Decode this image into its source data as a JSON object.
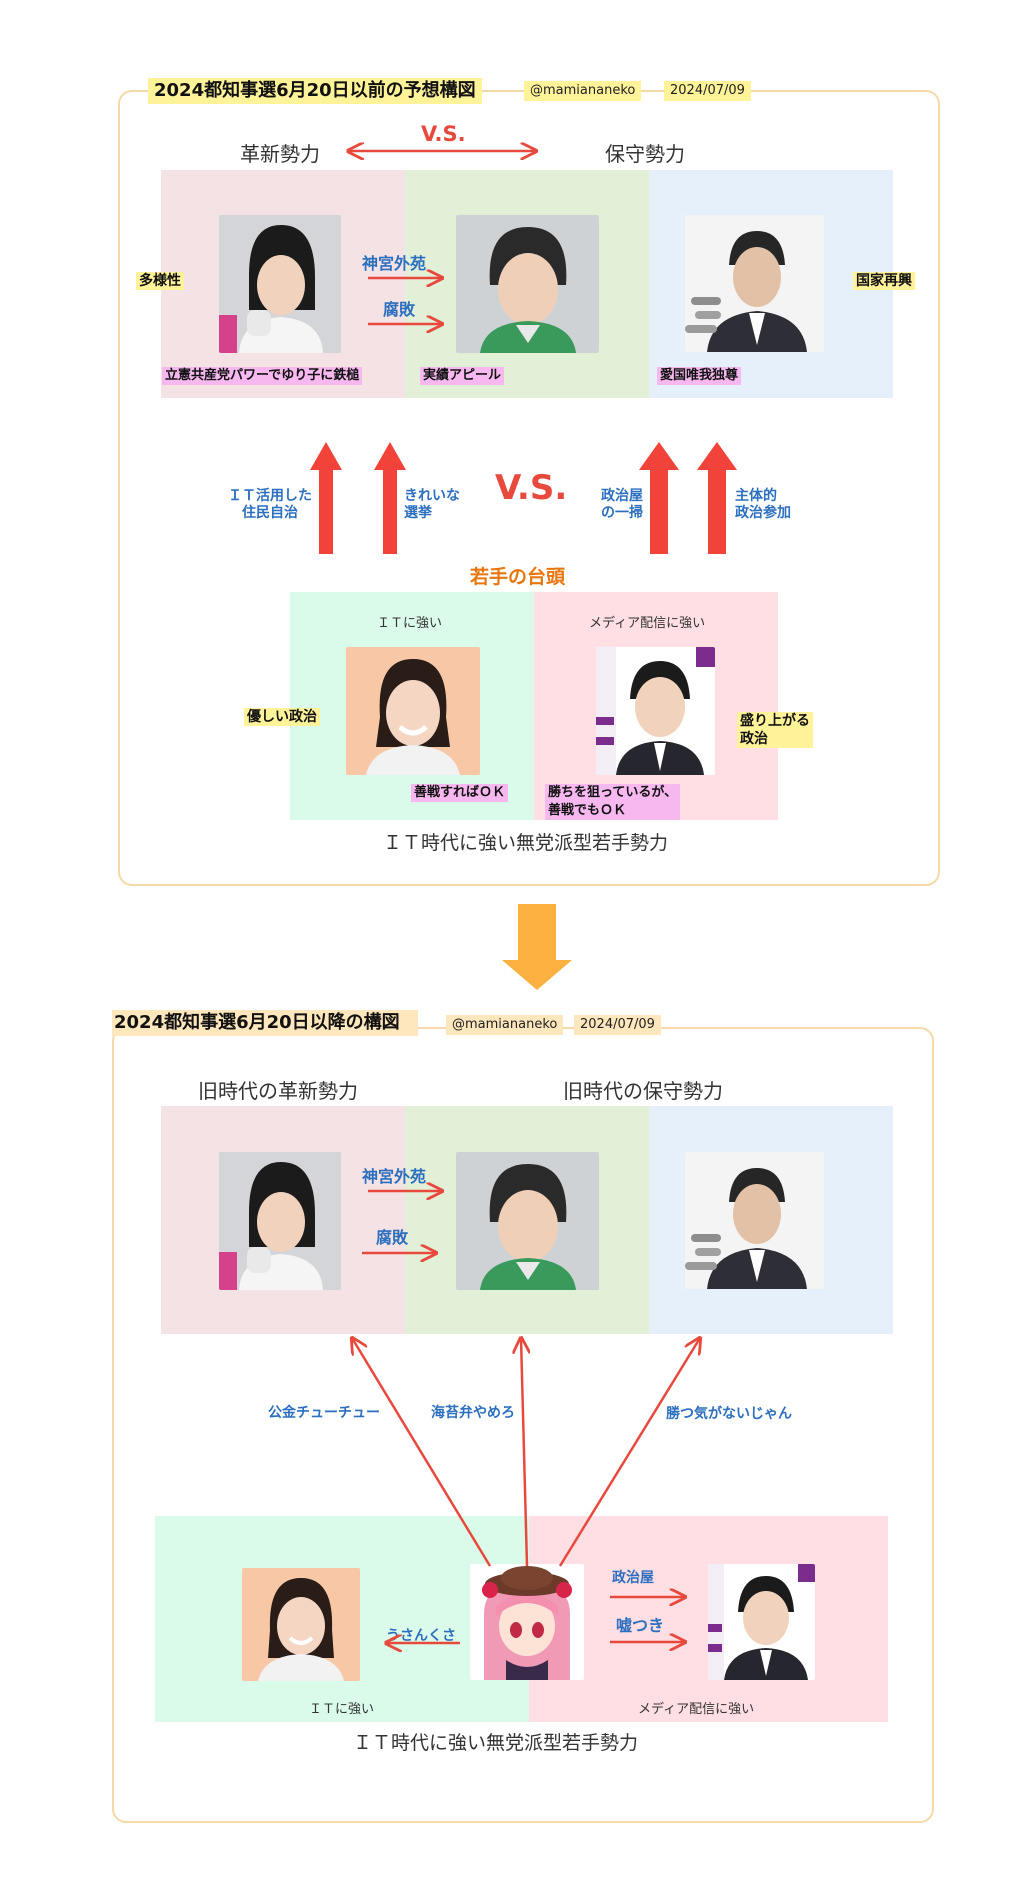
{
  "top": {
    "title": "2024都知事選6月20日以前の予想構図",
    "handle": "@mamiananeko",
    "date": "2024/07/09",
    "left_header": "革新勢力",
    "right_header": "保守勢力",
    "vs_top": "V.S.",
    "vs_middle": "V.S.",
    "side_left": "多様性",
    "side_right": "国家再興",
    "arrow_label_1": "神宮外苑",
    "arrow_label_2": "腐敗",
    "caption_left": "立憲共産党パワーでゆり子に鉄槌",
    "caption_center": "実績アピール",
    "caption_right": "愛国唯我独尊",
    "up_label_1": "ＩＴ活用した\n住民自治",
    "up_label_2": "きれいな\n選挙",
    "up_label_3": "政治屋\nの一掃",
    "up_label_4": "主体的\n政治参加",
    "youth_title": "若手の台頭",
    "it_strong": "ＩＴに強い",
    "media_strong": "メディア配信に強い",
    "youth_left_side": "優しい政治",
    "youth_right_side": "盛り上がる\n政治",
    "youth_caption_left": "善戦すればＯＫ",
    "youth_caption_right": "勝ちを狙っているが、\n善戦でもＯＫ",
    "footer": "ＩＴ時代に強い無党派型若手勢力"
  },
  "bottom": {
    "title": "2024都知事選6月20日以降の構図",
    "handle": "@mamiananeko",
    "date": "2024/07/09",
    "left_header": "旧時代の革新勢力",
    "right_header": "旧時代の保守勢力",
    "arrow_label_1": "神宮外苑",
    "arrow_label_2": "腐敗",
    "attack_1": "公金チューチュー",
    "attack_2": "海苔弁やめろ",
    "attack_3": "勝つ気がないじゃん",
    "usankusa": "うさんくさ",
    "seijiya": "政治屋",
    "usotsuki": "嘘つき",
    "it_strong": "ＩＴに強い",
    "media_strong": "メディア配信に強い",
    "footer": "ＩＴ時代に強い無党派型若手勢力"
  },
  "colors": {
    "zone_pink": "#f4e2e4",
    "zone_green": "#e3f0d8",
    "zone_blue": "#e6f0fb",
    "youth_green": "#dbfbea",
    "youth_pink": "#ffdfe4",
    "red_arrow": "#f2433a",
    "orange_arrow": "#fbb040",
    "blue_text": "#2d6fbf",
    "orange_text": "#e8760e"
  }
}
